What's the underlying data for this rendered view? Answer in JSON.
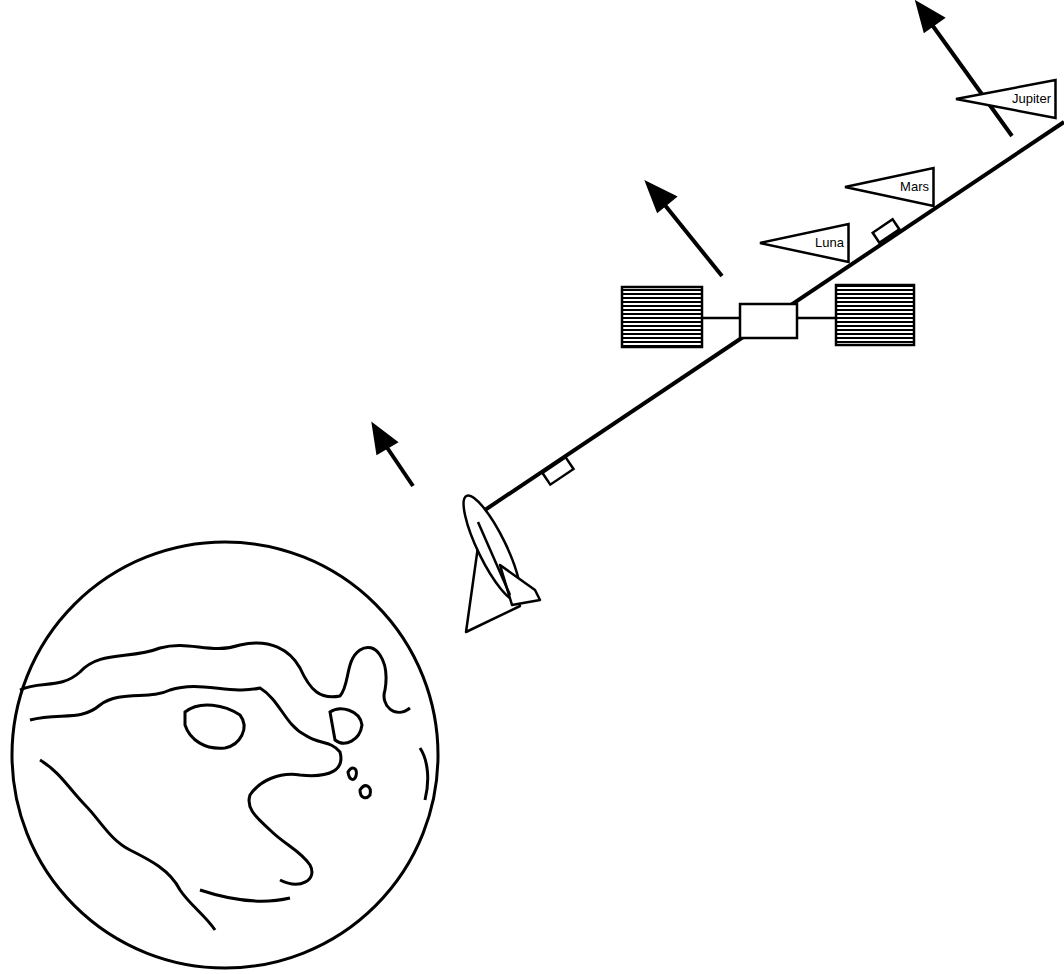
{
  "diagram": {
    "nodes": [
      {
        "text": [
          "Jupiter"
        ]
      },
      {
        "text": [
          "Mars"
        ]
      },
      {
        "text": [
          "Luna"
        ]
      }
    ]
  }
}
